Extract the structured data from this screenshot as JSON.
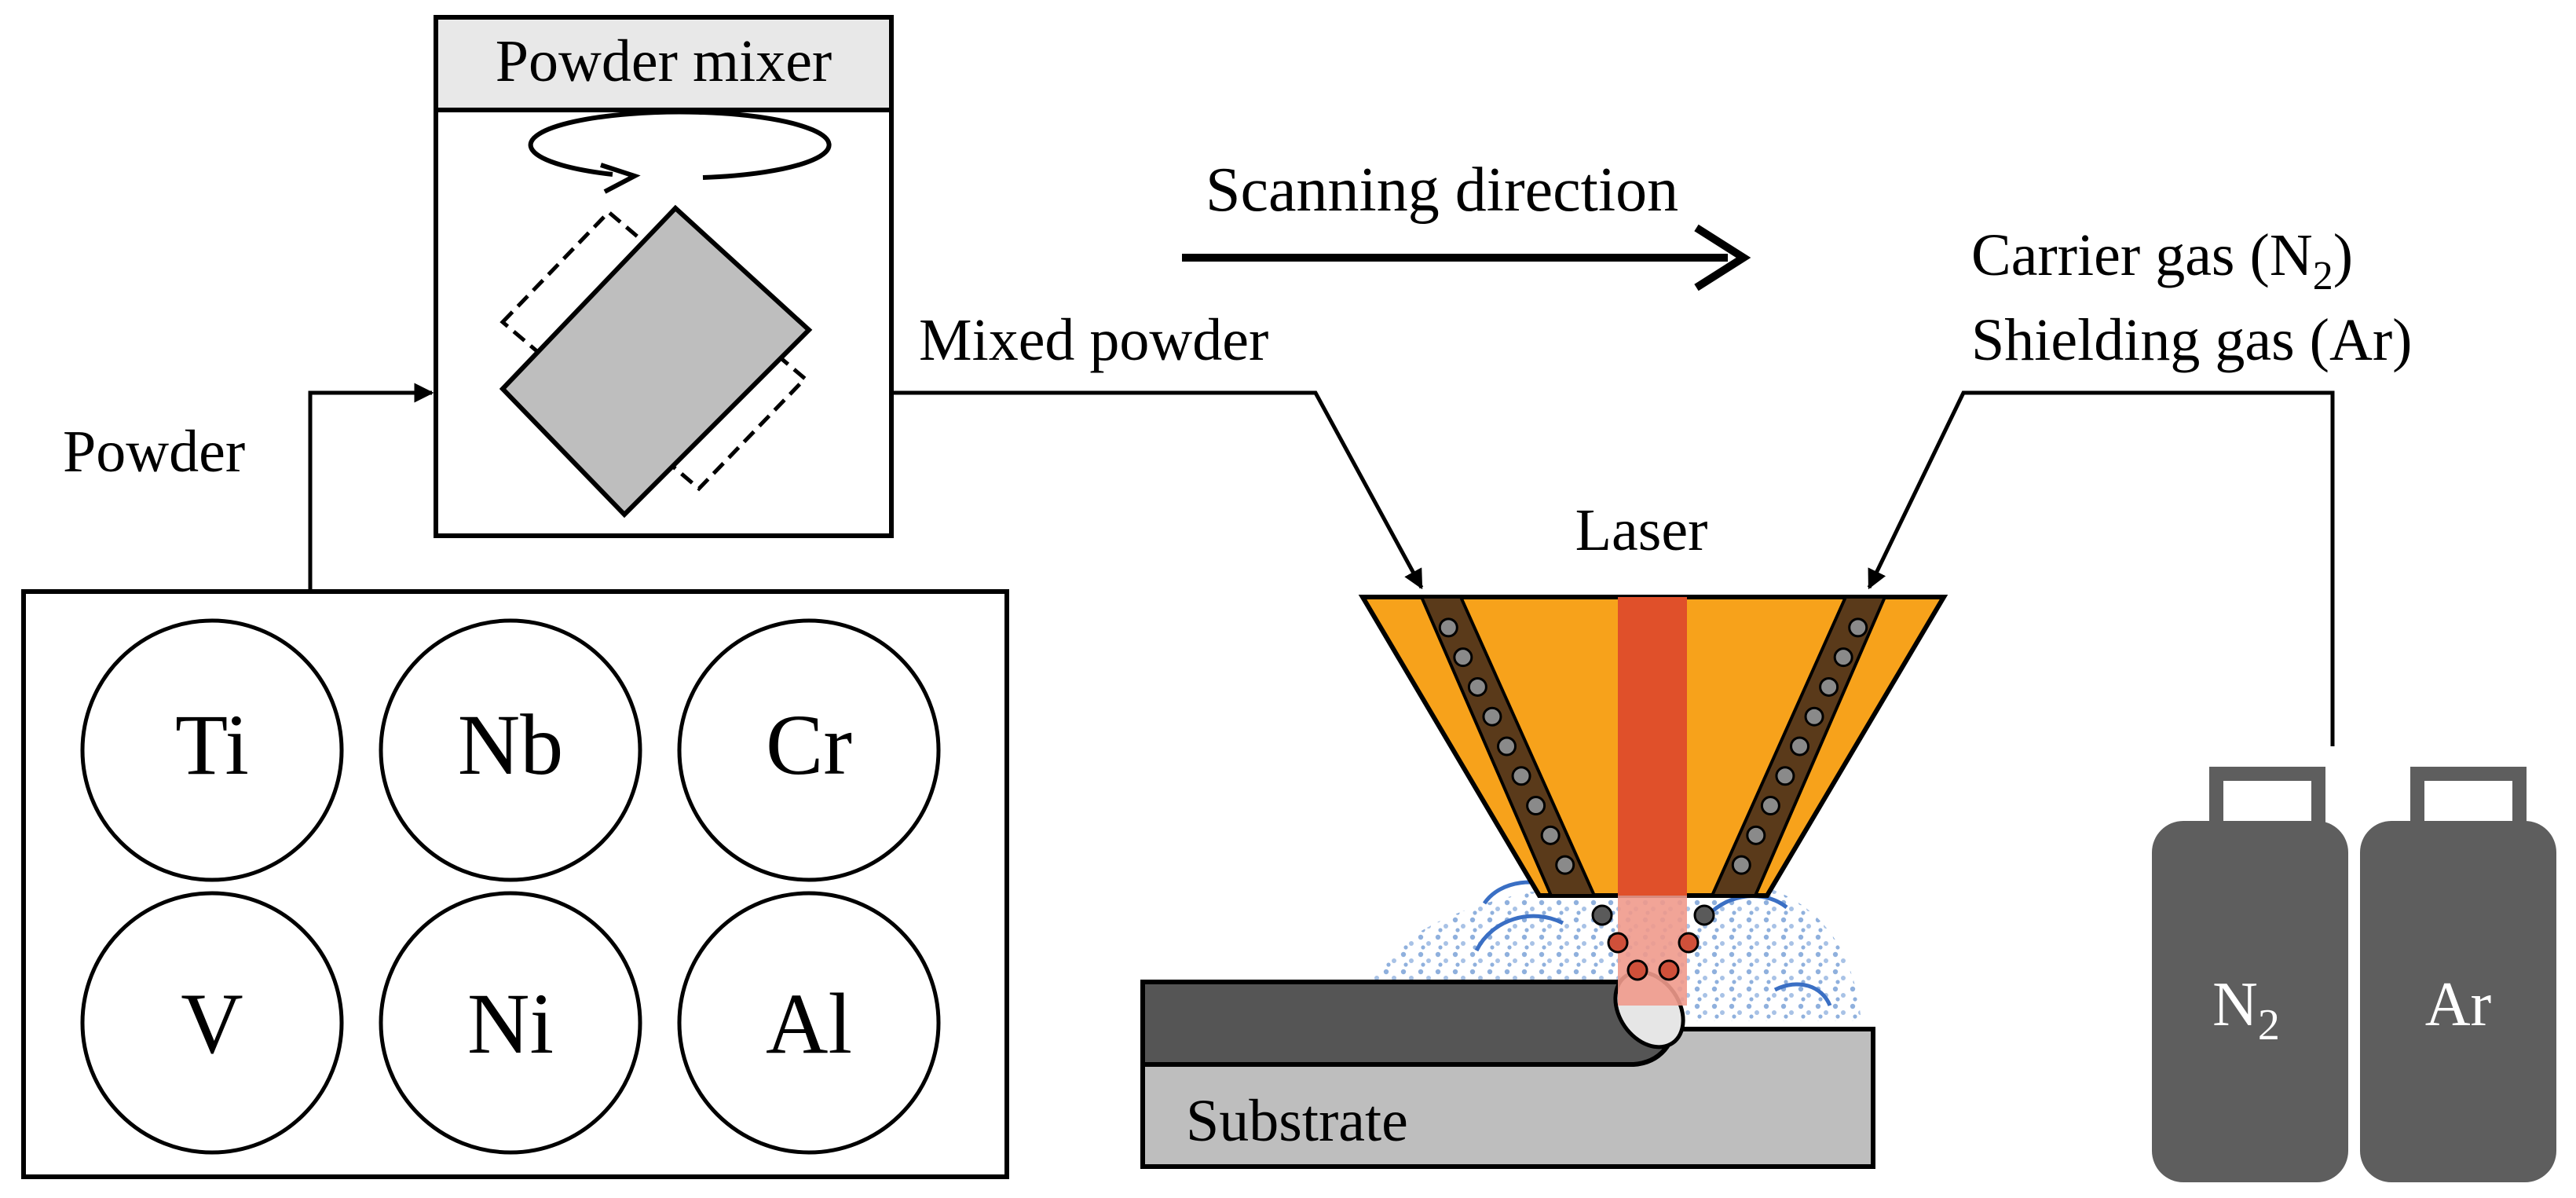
{
  "labels": {
    "powder_mixer": "Powder mixer",
    "powder": "Powder",
    "mixed_powder": "Mixed powder",
    "scanning_direction": "Scanning direction",
    "carrier_gas": "Carrier gas (N",
    "carrier_gas_sub": "2",
    "carrier_gas_end": ")",
    "shielding_gas": "Shielding gas (Ar)",
    "laser": "Laser",
    "substrate": "Substrate"
  },
  "elements": [
    "Ti",
    "Nb",
    "Cr",
    "V",
    "Ni",
    "Al"
  ],
  "cylinders": {
    "left_main": "N",
    "left_sub": "2",
    "right": "Ar"
  },
  "colors": {
    "nozzle_orange": "#F7A21B",
    "laser_beam": "#E0502A",
    "powder_channel": "#5A3A1A",
    "cylinder_gray": "#5E5E5E",
    "substrate_gray": "#BEBEBE",
    "clad_dark": "#555555",
    "mixer_header": "#E8E8E8",
    "powder_cloud": "#9CB8E0"
  }
}
